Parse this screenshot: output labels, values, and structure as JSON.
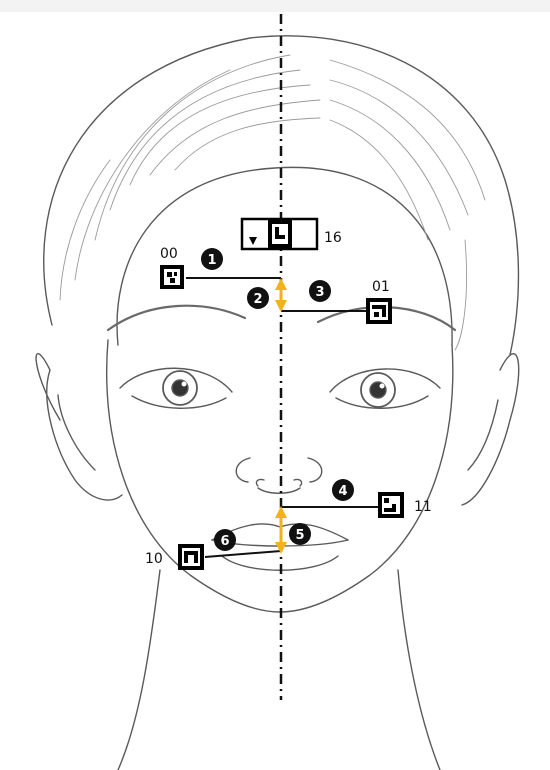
{
  "markers": [
    {
      "id": "00",
      "label": "00"
    },
    {
      "id": "01",
      "label": "01"
    },
    {
      "id": "10",
      "label": "10"
    },
    {
      "id": "11",
      "label": "11"
    },
    {
      "id": "16",
      "label": "16"
    }
  ],
  "callouts": [
    "1",
    "2",
    "3",
    "4",
    "5",
    "6"
  ],
  "colors": {
    "line": "#111111",
    "arrow": "#f2b21b",
    "sketch": "#5a5a5a",
    "hair": "#8c8c8c"
  }
}
